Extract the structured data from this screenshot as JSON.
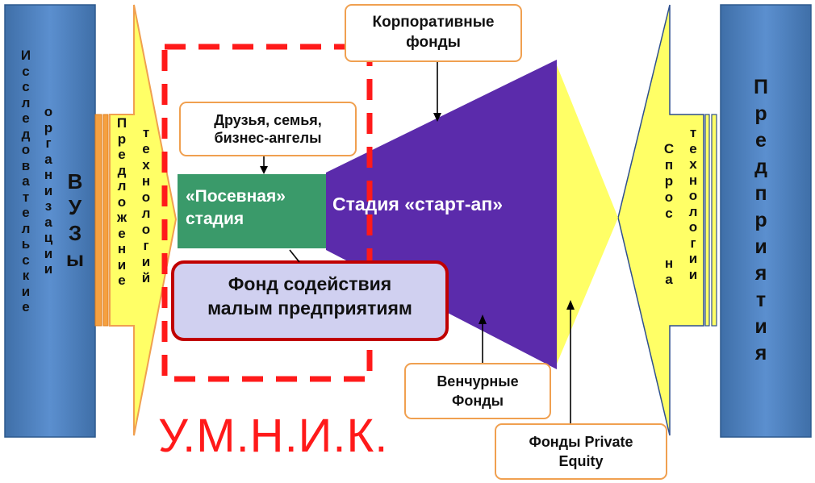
{
  "colors": {
    "blue_block": "#4f81bd",
    "yellow_arrow": "#ffff66",
    "orange": "#f0a050",
    "purple": "#5b2bab",
    "green": "#3a9a6a",
    "lavender": "#d0d0f0",
    "red": "#ff0000",
    "dark_red": "#c00000"
  },
  "left_block": {
    "col1": "Исследовательские",
    "col2": "организации",
    "col3": "ВУЗы"
  },
  "left_arrow": {
    "col1": "Предложение",
    "col2": "технологий"
  },
  "right_arrow": {
    "col1": "Спрос",
    "col2": "на",
    "col3": "технологии"
  },
  "right_block": {
    "text": "Предприятия"
  },
  "callouts": {
    "corporate": [
      "Корпоративные",
      "фонды"
    ],
    "friends": [
      "Друзья, семья,",
      "бизнес-ангелы"
    ],
    "venture": [
      "Венчурные",
      "Фонды"
    ],
    "private_equity": [
      "Фонды Private",
      "Equity"
    ]
  },
  "seed_stage": [
    "«Посевная»",
    "стадия"
  ],
  "startup_stage": "Стадия «старт-ап»",
  "fund_box": [
    "Фонд содействия",
    "малым предприятиям"
  ],
  "umnik": "У.М.Н.И.К."
}
